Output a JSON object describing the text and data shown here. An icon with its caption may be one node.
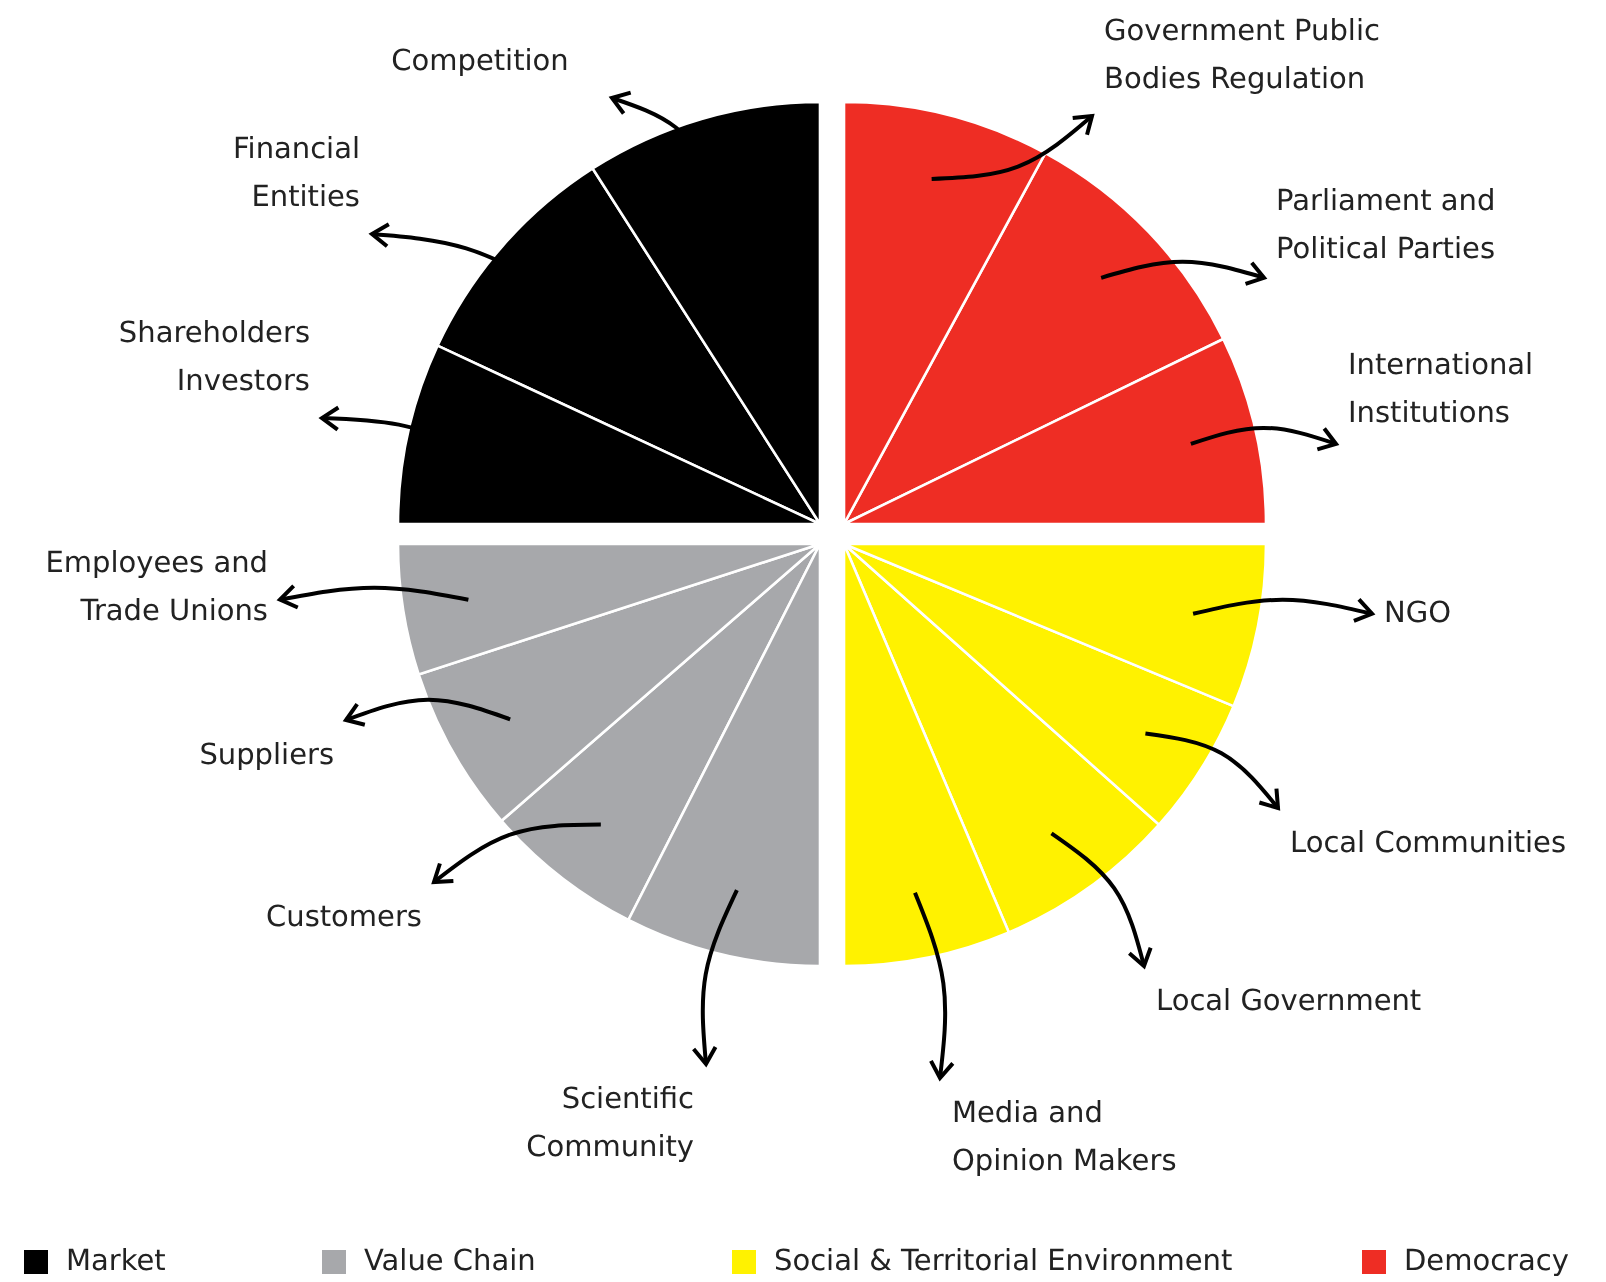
{
  "diagram": {
    "nodes": [
      {
        "text": [
          "Government Public Bodies Regulation"
        ]
      },
      {
        "text": [
          "Competition"
        ]
      },
      {
        "text": [
          "Financial Entities"
        ]
      },
      {
        "text": [
          "Parliament and Political Parties"
        ]
      },
      {
        "text": [
          "Shareholders Investors"
        ]
      },
      {
        "text": [
          "International Institutions"
        ]
      },
      {
        "text": [
          "Employees and Trade Unions"
        ]
      },
      {
        "text": [
          "NGO"
        ]
      },
      {
        "text": [
          "Suppliers"
        ]
      },
      {
        "text": [
          "Local Communities"
        ]
      },
      {
        "text": [
          "Customers"
        ]
      },
      {
        "text": [
          "Local Government"
        ]
      },
      {
        "text": [
          "Scientific Community"
        ]
      },
      {
        "text": [
          "Media and Opinion Makers"
        ]
      },
      {
        "text": [],
        "shape": "wedge"
      },
      {
        "text": [],
        "shape": "wedge"
      },
      {
        "text": [],
        "shape": "wedge"
      },
      {
        "text": [],
        "shape": "wedge"
      },
      {
        "text": [],
        "shape": "wedge"
      },
      {
        "text": [],
        "shape": "wedge"
      },
      {
        "text": [],
        "shape": "wedge"
      },
      {
        "text": [],
        "shape": "wedge"
      },
      {
        "text": [],
        "shape": "wedge"
      },
      {
        "text": [],
        "shape": "wedge"
      },
      {
        "text": [],
        "shape": "wedge"
      },
      {
        "text": [],
        "shape": "wedge"
      },
      {
        "text": [],
        "shape": "wedge"
      },
      {
        "text": [],
        "shape": "wedge"
      }
    ],
    "edges": [
      {
        "from": 14,
        "to": 0,
        "arrow": "to"
      },
      {
        "from": 15,
        "to": 1,
        "arrow": "to"
      },
      {
        "from": 16,
        "to": 2,
        "arrow": "to"
      },
      {
        "from": 17,
        "to": 3,
        "arrow": "to"
      },
      {
        "from": 18,
        "to": 4,
        "arrow": "to"
      },
      {
        "from": 19,
        "to": 5,
        "arrow": "to"
      },
      {
        "from": 20,
        "to": 6,
        "arrow": "to"
      },
      {
        "from": 21,
        "to": 7,
        "arrow": "to"
      },
      {
        "from": 22,
        "to": 8,
        "arrow": "to"
      },
      {
        "from": 23,
        "to": 9,
        "arrow": "to"
      },
      {
        "from": 24,
        "to": 10,
        "arrow": "to"
      },
      {
        "from": 25,
        "to": 11,
        "arrow": "to"
      },
      {
        "from": 26,
        "to": 12,
        "arrow": "to"
      },
      {
        "from": 27,
        "to": 13,
        "arrow": "to"
      }
    ],
    "legend": [
      {
        "text": "Market",
        "color": "#000000"
      },
      {
        "text": "Value Chain",
        "color": "#a7a8ab"
      },
      {
        "text": "Social & Territorial Environment",
        "color": "#fff200"
      },
      {
        "text": "Democracy",
        "color": "#ee2d24"
      }
    ]
  }
}
